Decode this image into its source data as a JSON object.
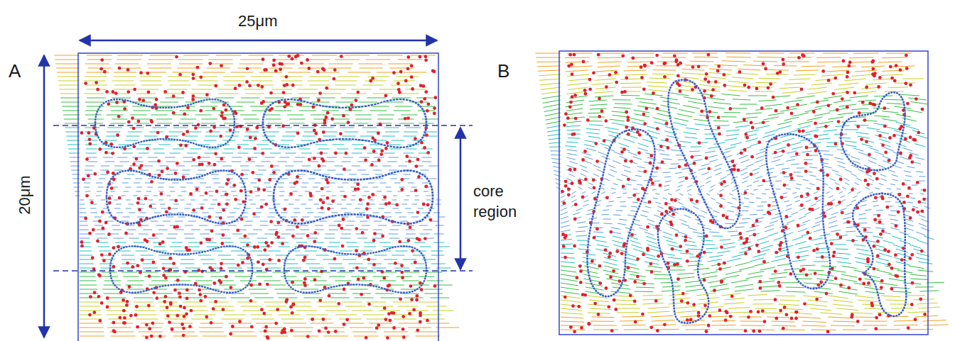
{
  "diagram": {
    "labels": [
      "25μm",
      "A",
      "20μm",
      "core region",
      "B"
    ]
  }
}
